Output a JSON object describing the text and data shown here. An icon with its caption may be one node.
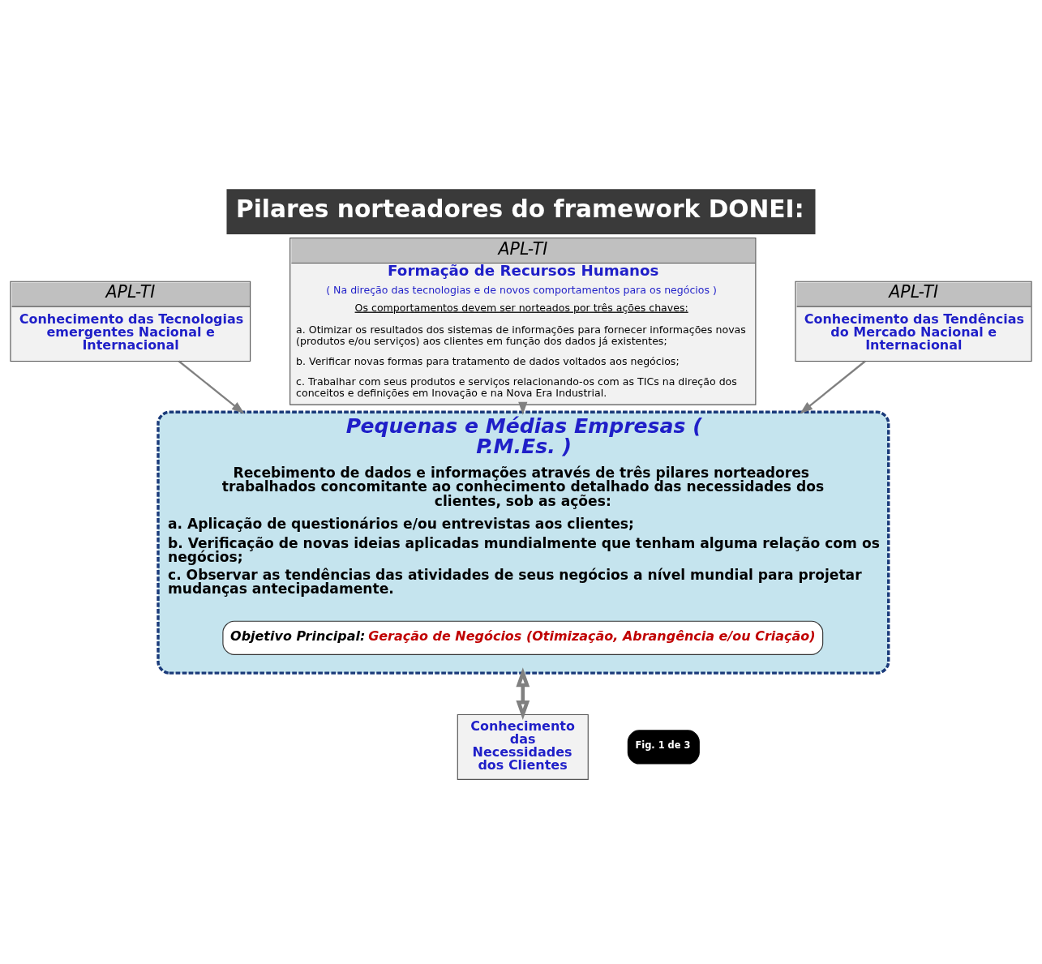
{
  "diagram": {
    "title": "Pilares norteadores do framework DONEI:",
    "nodes": [
      {
        "text": [
          "APL-TI",
          "Conhecimento das Tecnologias emergentes Nacional e Internacional"
        ]
      },
      {
        "text": [
          "APL-TI",
          "Formação de Recursos Humanos",
          "( Na direção das tecnologias e de novos comportamentos para os negócios )",
          "Os comportamentos devem ser norteados por três ações chaves:",
          "a. Otimizar os resultados dos sistemas de informações para fornecer informações novas (produtos e/ou serviços) aos clientes em função dos dados já existentes;",
          "b. Verificar novas formas para tratamento de dados voltados aos negócios;",
          "c. Trabalhar com seus produtos e serviços relacionando-os com as TICs na direção dos conceitos e definições em Inovação e na Nova Era Industrial."
        ]
      },
      {
        "text": [
          "APL-TI",
          "Conhecimento das Tendências do Mercado Nacional e Internacional"
        ]
      },
      {
        "text": [
          "Pequenas e Médias Empresas ( P.M.Es. )",
          "Recebimento de dados e informações através de três pilares norteadores trabalhados concomitante ao conhecimento detalhado das necessidades dos clientes, sob as ações:",
          "a. Aplicação de questionários e/ou entrevistas aos clientes;",
          "b. Verificação de novas ideias aplicadas mundialmente que tenham alguma relação com os negócios;",
          "c. Observar as tendências das atividades de seus negócios a nível mundial para projetar mudanças antecipadamente."
        ]
      },
      {
        "text": [
          "Objetivo Principal:",
          "Geração de Negócios (Otimização, Abrangência e/ou Criação)"
        ],
        "in": 3
      },
      {
        "text": [
          "Conhecimento das Necessidades dos Clientes"
        ]
      },
      {
        "text": [
          "Fig. 1 de 3"
        ]
      }
    ],
    "edges": [
      {
        "from": 0,
        "to": 3,
        "arrow": "to"
      },
      {
        "from": 1,
        "to": 3,
        "arrow": "to"
      },
      {
        "from": 2,
        "to": 3,
        "arrow": "to"
      },
      {
        "from": 3,
        "to": 5,
        "arrow": "both",
        "style": "thick"
      }
    ]
  }
}
